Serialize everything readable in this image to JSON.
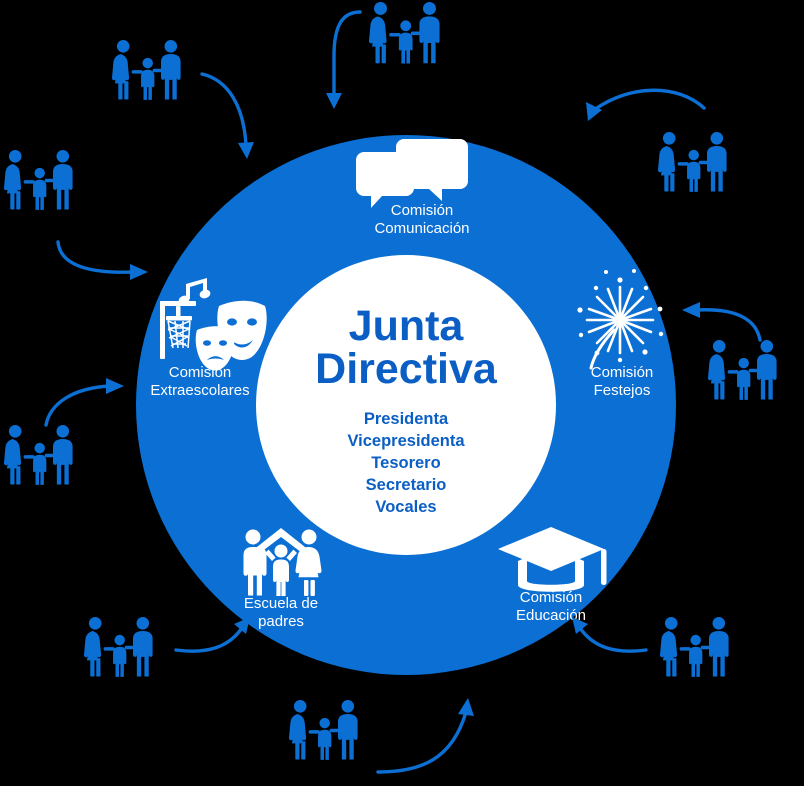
{
  "diagram": {
    "title_line1": "Junta",
    "title_line2": "Directiva",
    "roles": [
      "Presidenta",
      "Vicepresidenta",
      "Tesorero",
      "Secretario",
      "Vocales"
    ],
    "colors": {
      "background": "#000000",
      "ring": "#0B6FD4",
      "inner": "#ffffff",
      "text_on_ring": "#ffffff",
      "center_text": "#0B5FC4",
      "family_icon": "#0B6FD4",
      "arrow": "#0B6FD4"
    },
    "commissions": [
      {
        "id": "comunicacion",
        "icon": "speech-bubbles-icon",
        "label_line1": "Comisión",
        "label_line2": "Comunicación",
        "position": "top"
      },
      {
        "id": "festejos",
        "icon": "fireworks-icon",
        "label_line1": "Comisión",
        "label_line2": "Festejos",
        "position": "right"
      },
      {
        "id": "educacion",
        "icon": "graduation-cap-icon",
        "label_line1": "Comisión",
        "label_line2": "Educación",
        "position": "bottom-right"
      },
      {
        "id": "escuela-padres",
        "icon": "family-house-icon",
        "label_line1": "Escuela de",
        "label_line2": "padres",
        "position": "bottom-left"
      },
      {
        "id": "extraescolares",
        "icon": "basketball-music-masks-icon",
        "label_line1": "Comisión",
        "label_line2": "Extraescolares",
        "position": "left"
      }
    ],
    "families": [
      {
        "id": "family-top",
        "icon": "family-icon",
        "arrow": "arrow-down-curved"
      },
      {
        "id": "family-top-right",
        "icon": "family-icon",
        "arrow": "arrow-down-left-curved"
      },
      {
        "id": "family-right",
        "icon": "family-icon",
        "arrow": "arrow-left-curved"
      },
      {
        "id": "family-bottom-right",
        "icon": "family-icon",
        "arrow": "arrow-up-left-curved"
      },
      {
        "id": "family-bottom",
        "icon": "family-icon",
        "arrow": "arrow-up-right-curved"
      },
      {
        "id": "family-bottom-left",
        "icon": "family-icon",
        "arrow": "arrow-right-curved"
      },
      {
        "id": "family-left",
        "icon": "family-icon",
        "arrow": "arrow-right-curved"
      },
      {
        "id": "family-top-left",
        "icon": "family-icon",
        "arrow": "arrow-down-right-curved"
      }
    ]
  }
}
